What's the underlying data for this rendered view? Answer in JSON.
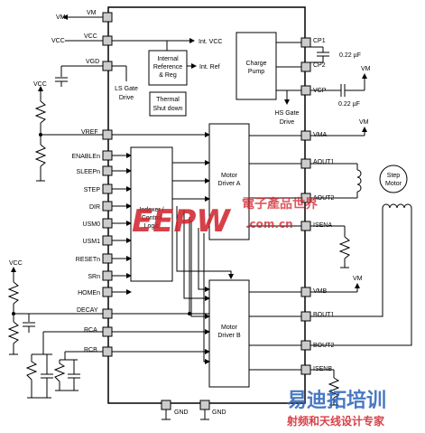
{
  "chip": {
    "left_pins": [
      "ENABLEn",
      "SLEEPn",
      "STEP",
      "DIR",
      "USM0",
      "USM1",
      "RESETn",
      "SRn",
      "HOMEn"
    ],
    "pin_vref": "VREF",
    "pin_decay": "DECAY",
    "pin_rca": "RCA",
    "pin_rcb": "RCB",
    "pin_vm": "VM",
    "pin_vcc": "VCC",
    "pin_vgd": "VGD",
    "right_pins": {
      "cp1": "CP1",
      "cp2": "CP2",
      "vcp": "VCP",
      "vma": "VMA",
      "aout1": "AOUT1",
      "aout2": "AOUT2",
      "isena": "ISENA",
      "vmb": "VMB",
      "bout1": "BOUT1",
      "bout2": "BOUT2",
      "isenb": "ISENB"
    },
    "gnd": "GND"
  },
  "blocks": {
    "ref_reg": [
      "Internal",
      "Reference",
      "& Reg"
    ],
    "thermal": [
      "Thermal",
      "Shut down"
    ],
    "charge_pump": [
      "Charge",
      "Pump"
    ],
    "indexer": [
      "Indexer /",
      "Control",
      "Logic"
    ],
    "driver_a": [
      "Motor",
      "Driver A"
    ],
    "driver_b": [
      "Motor",
      "Driver B"
    ]
  },
  "labels": {
    "int_vcc": "Int. VCC",
    "int_ref": "Int. Ref",
    "ls_gate": [
      "LS Gate",
      "Drive"
    ],
    "hs_gate": [
      "HS Gate",
      "Drive"
    ],
    "cap_cp": "0.22 µF",
    "cap_vcp": "0.22 µF",
    "vm_ext": "VM",
    "vcc_ext": "VCC",
    "vcc_ext2": "VCC",
    "stepper": [
      "Step",
      "Motor"
    ]
  },
  "watermark": {
    "eepw": "EEPW",
    "eepw_cn": "電子產品世界",
    "dotcom": ".com.cn",
    "rf_cn": "易迪拓培训",
    "rf_sub": "射频和天线设计专家"
  },
  "colors": {
    "line": "#000000",
    "pin_fill": "#cccccc",
    "watermark_red": "#d0202a",
    "watermark_blue": "#2a62b8"
  }
}
